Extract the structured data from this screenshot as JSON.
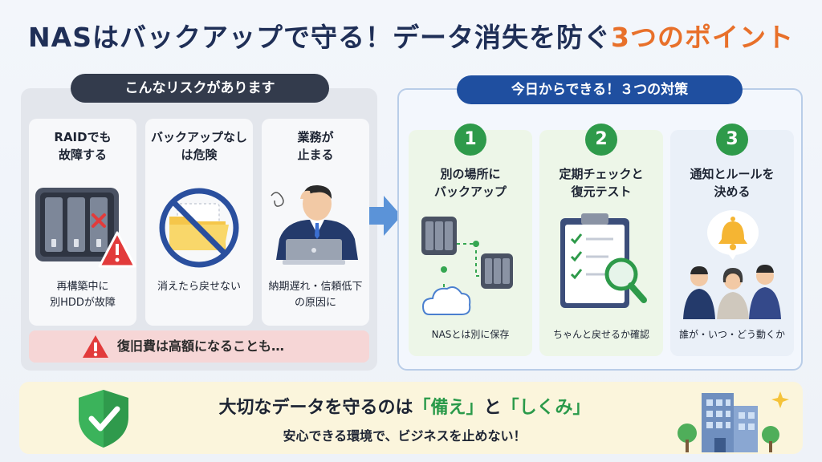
{
  "title": {
    "main": "NASはバックアップで守る！データ消失を防ぐ",
    "accent": "3つのポイント",
    "accent_color": "#e8702a"
  },
  "risks": {
    "header": "こんなリスクがあります",
    "cards": [
      {
        "head_1": "RAIDでも",
        "head_2": "故障する",
        "foot_1": "再構築中に",
        "foot_2": "別HDDが故障",
        "icon": "nas-failure-icon"
      },
      {
        "head_1": "バックアップなし",
        "head_2": "は危険",
        "foot_1": "消えたら戻せない",
        "foot_2": "",
        "icon": "no-folder-icon"
      },
      {
        "head_1": "業務が",
        "head_2": "止まる",
        "foot_1": "納期遅れ・信頼低下",
        "foot_2": "の原因に",
        "icon": "worried-worker-icon"
      }
    ],
    "cost_warning": "復旧費は高額になることも…"
  },
  "measures": {
    "header": "今日からできる！３つの対策",
    "steps": [
      {
        "num": "1",
        "head_1": "別の場所に",
        "head_2": "バックアップ",
        "foot": "NASとは別に保存",
        "color": "#2e9a4a",
        "icon": "nas-cloud-backup-icon"
      },
      {
        "num": "2",
        "head_1": "定期チェックと",
        "head_2": "復元テスト",
        "foot": "ちゃんと戻せるか確認",
        "color": "#2e9a4a",
        "icon": "clipboard-check-icon"
      },
      {
        "num": "3",
        "head_1": "通知とルールを",
        "head_2": "決める",
        "foot": "誰が・いつ・どう動くか",
        "color": "#2e9a4a",
        "icon": "bell-team-icon"
      }
    ]
  },
  "banner": {
    "line1_a": "大切なデータを守るのは",
    "line1_b": "「備え」",
    "line1_c": "と",
    "line1_d": "「しくみ」",
    "line2": "安心できる環境で、ビジネスを止めない！"
  }
}
